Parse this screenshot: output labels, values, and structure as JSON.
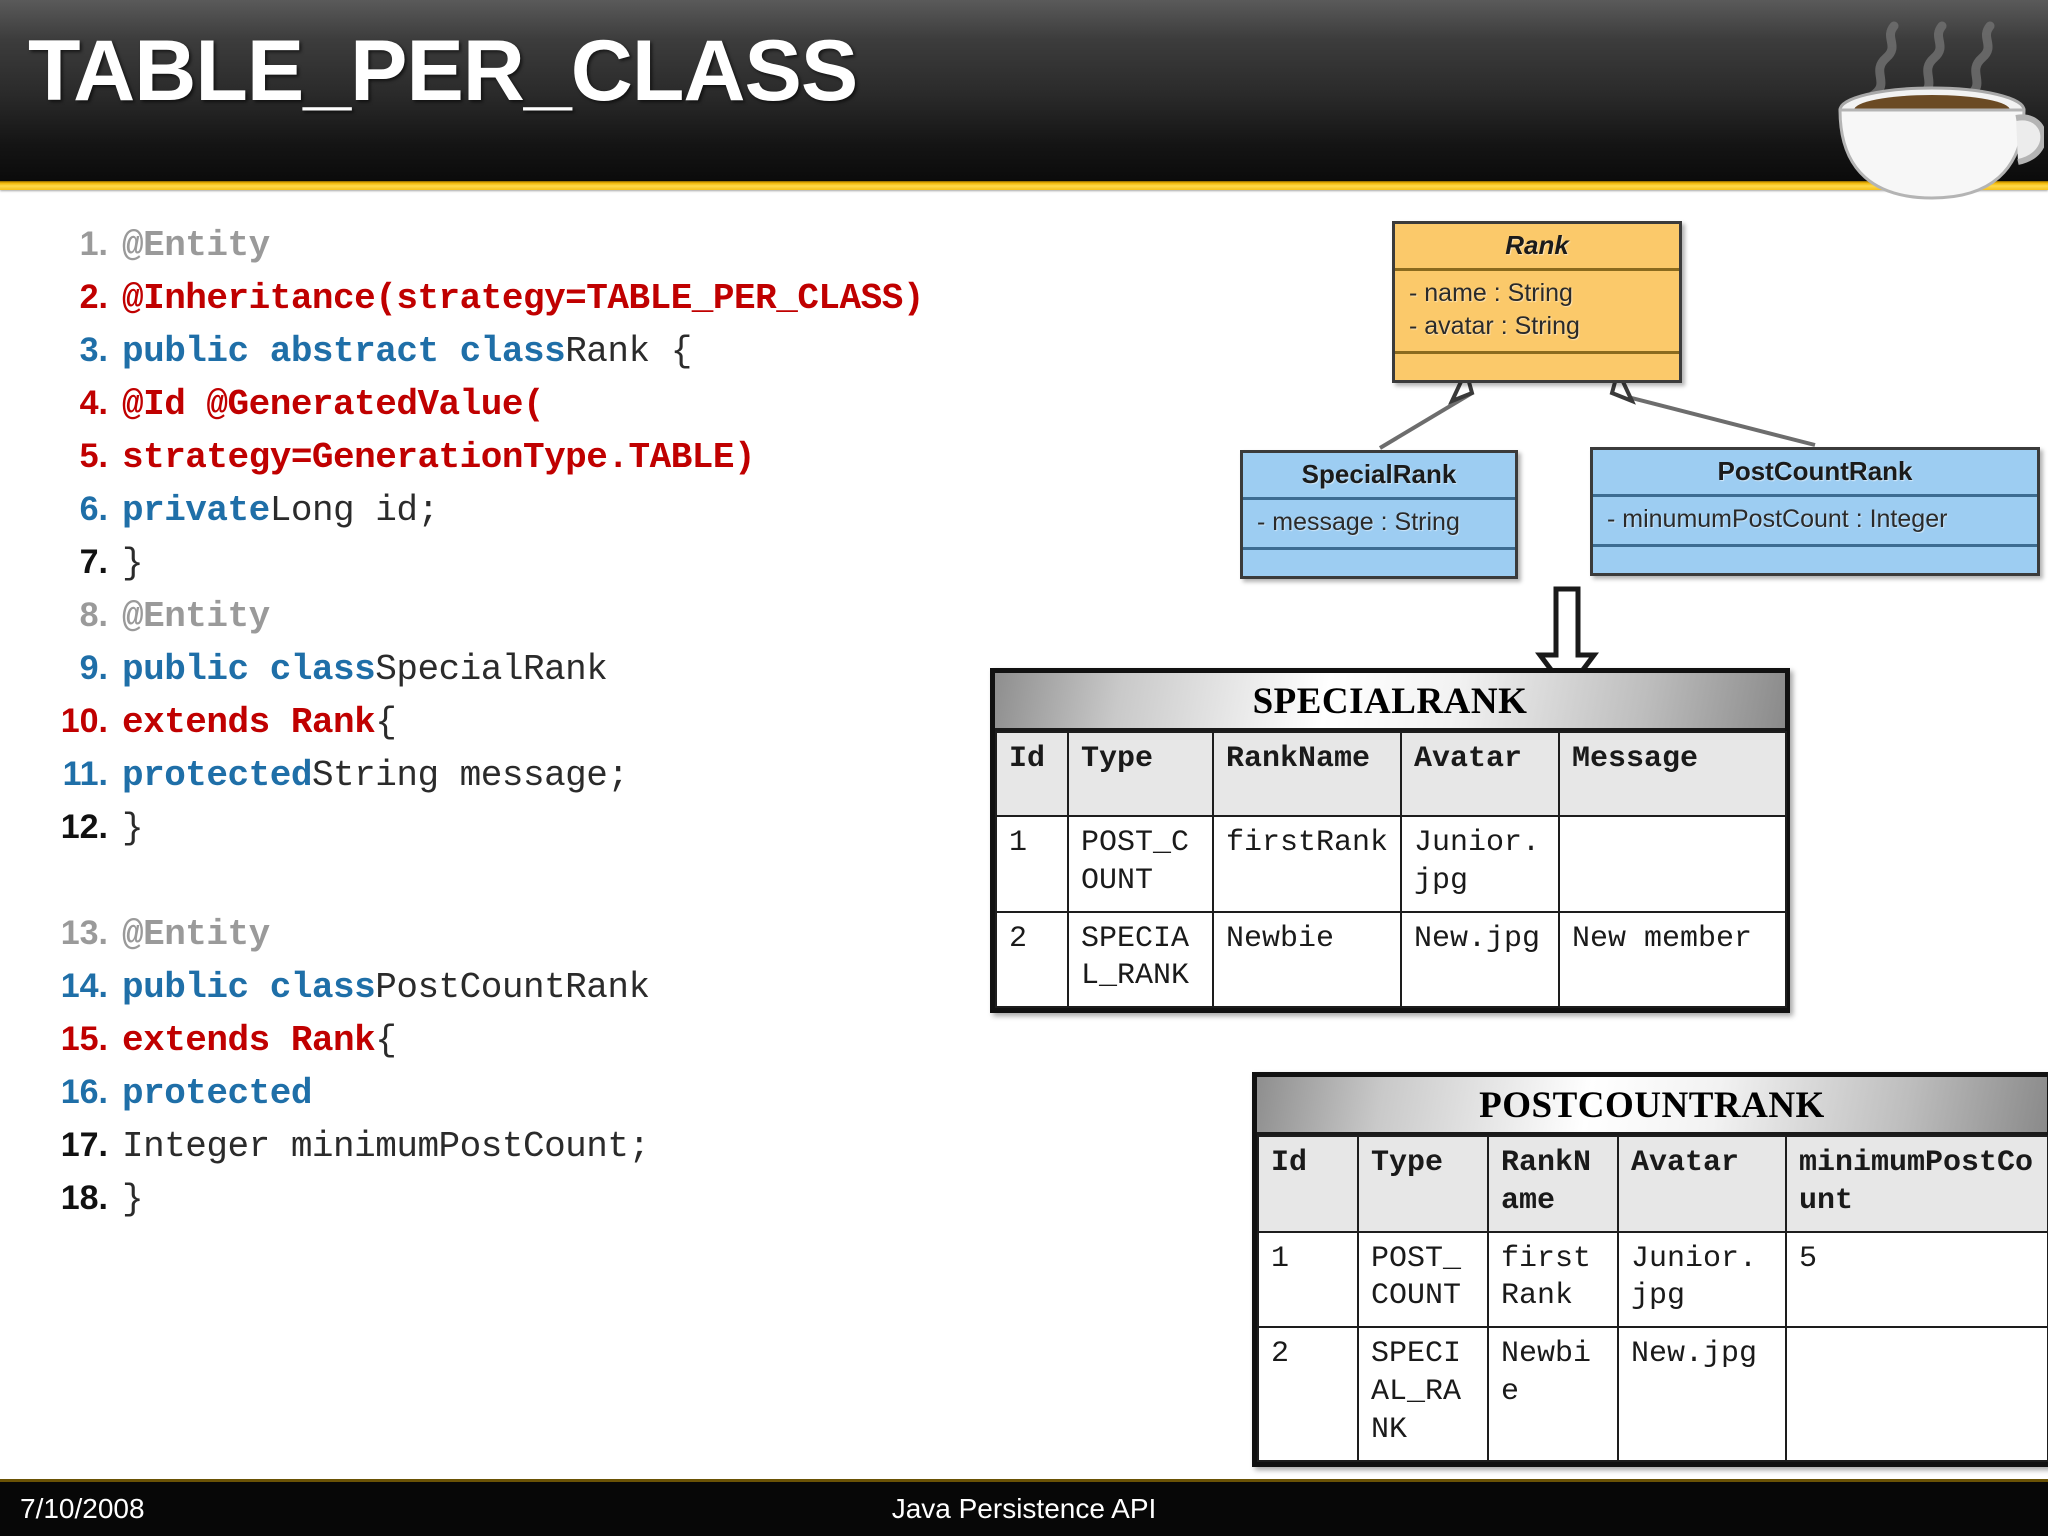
{
  "header": {
    "title": "TABLE_PER_CLASS",
    "icon": "coffee-cup-icon",
    "accent_color": "#f6c21c",
    "background_color": "#2a2a2a"
  },
  "code": {
    "lines": [
      {
        "num": "1.",
        "num_color": "gray",
        "segments": [
          {
            "text": "@Entity",
            "style": "gray"
          }
        ]
      },
      {
        "num": "2.",
        "num_color": "red",
        "segments": [
          {
            "text": "@Inheritance(strategy=TABLE_PER_CLASS)",
            "style": "red"
          }
        ]
      },
      {
        "num": "3.",
        "num_color": "blue",
        "segments": [
          {
            "text": "public abstract class ",
            "style": "blue"
          },
          {
            "text": "Rank {",
            "style": "plain"
          }
        ]
      },
      {
        "num": "4.",
        "num_color": "red",
        "segments": [
          {
            "text": "@Id @GeneratedValue(",
            "style": "red"
          }
        ]
      },
      {
        "num": "5.",
        "num_color": "red",
        "segments": [
          {
            "text": "strategy=GenerationType.TABLE)",
            "style": "red"
          }
        ]
      },
      {
        "num": "6.",
        "num_color": "blue",
        "segments": [
          {
            "text": "private ",
            "style": "blue"
          },
          {
            "text": "Long id;",
            "style": "plain"
          }
        ]
      },
      {
        "num": "7.",
        "num_color": "black",
        "segments": [
          {
            "text": "}",
            "style": "plain"
          }
        ]
      },
      {
        "num": "8.",
        "num_color": "gray",
        "segments": [
          {
            "text": "@Entity",
            "style": "gray"
          }
        ]
      },
      {
        "num": "9.",
        "num_color": "blue",
        "segments": [
          {
            "text": "public class ",
            "style": "blue"
          },
          {
            "text": "SpecialRank",
            "style": "plain"
          }
        ]
      },
      {
        "num": "10.",
        "num_color": "red",
        "segments": [
          {
            "text": "extends Rank ",
            "style": "red"
          },
          {
            "text": "{",
            "style": "plain"
          }
        ]
      },
      {
        "num": "11.",
        "num_color": "blue",
        "segments": [
          {
            "text": "protected ",
            "style": "blue"
          },
          {
            "text": "String message;",
            "style": "plain"
          }
        ]
      },
      {
        "num": "12.",
        "num_color": "black",
        "segments": [
          {
            "text": "}",
            "style": "plain"
          }
        ]
      },
      {
        "num": "",
        "num_color": "black",
        "segments": [
          {
            "text": "",
            "style": "plain"
          }
        ]
      },
      {
        "num": "13.",
        "num_color": "gray",
        "segments": [
          {
            "text": "@Entity",
            "style": "gray"
          }
        ]
      },
      {
        "num": "14.",
        "num_color": "blue",
        "segments": [
          {
            "text": "public class ",
            "style": "blue"
          },
          {
            "text": "PostCountRank",
            "style": "plain"
          }
        ]
      },
      {
        "num": "15.",
        "num_color": "red",
        "segments": [
          {
            "text": "extends Rank ",
            "style": "red"
          },
          {
            "text": "{",
            "style": "plain"
          }
        ]
      },
      {
        "num": "16.",
        "num_color": "blue",
        "segments": [
          {
            "text": "protected",
            "style": "blue"
          }
        ]
      },
      {
        "num": "17.",
        "num_color": "black",
        "segments": [
          {
            "text": "Integer minimumPostCount;",
            "style": "plain"
          }
        ]
      },
      {
        "num": "18.",
        "num_color": "black",
        "segments": [
          {
            "text": "}",
            "style": "plain"
          }
        ]
      }
    ]
  },
  "uml": {
    "superclass": {
      "name": "Rank",
      "fill_color": "#fbc96a",
      "attributes": [
        "- name : String",
        "- avatar : String"
      ]
    },
    "subclasses": [
      {
        "name": "SpecialRank",
        "fill_color": "#9dcdf2",
        "attributes": [
          "- message : String"
        ]
      },
      {
        "name": "PostCountRank",
        "fill_color": "#9dcdf2",
        "attributes": [
          "- minumumPostCount : Integer"
        ]
      }
    ]
  },
  "tables": [
    {
      "id": "specialrank",
      "caption": "SPECIALRANK",
      "columns": [
        "Id",
        "Type",
        "RankName",
        "Avatar",
        "Message"
      ],
      "rows": [
        [
          "1",
          "POST_COUNT",
          "firstRank",
          "Junior.jpg",
          ""
        ],
        [
          "2",
          "SPECIAL_RANK",
          "Newbie",
          "New.jpg",
          "New member"
        ]
      ]
    },
    {
      "id": "postcountrank",
      "caption": "POSTCOUNTRANK",
      "columns": [
        "Id",
        "Type",
        "RankName",
        "Avatar",
        "minimumPostCount"
      ],
      "rows": [
        [
          "1",
          "POST_COUNT",
          "firstRank",
          "Junior.jpg",
          "5"
        ],
        [
          "2",
          "SPECIAL_RANK",
          "Newbie",
          "New.jpg",
          ""
        ]
      ]
    }
  ],
  "footer": {
    "date": "7/10/2008",
    "title": "Java Persistence API"
  }
}
